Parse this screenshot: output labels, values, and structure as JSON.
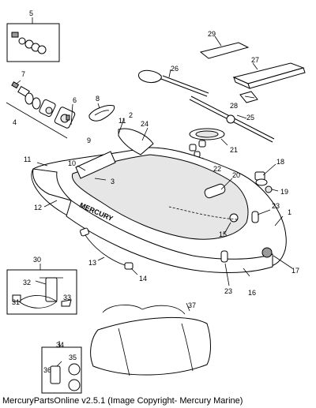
{
  "footer": "MercuryPartsOnline v2.5.1 (Image Copyright- Mercury Marine)",
  "hull_text": "MERCURY",
  "labels": {
    "l1": "1",
    "l2": "2",
    "l3": "3",
    "l4": "4",
    "l5": "5",
    "l6": "6",
    "l7": "7",
    "l8": "8",
    "l9": "9",
    "l10": "10",
    "l11a": "11",
    "l11b": "11",
    "l12": "12",
    "l13": "13",
    "l14": "14",
    "l15": "15",
    "l16": "16",
    "l17": "17",
    "l18": "18",
    "l19": "19",
    "l20": "20",
    "l21": "21",
    "l22": "22",
    "l23a": "23",
    "l23b": "23",
    "l24": "24",
    "l25": "25",
    "l26": "26",
    "l27": "27",
    "l28": "28",
    "l29": "29",
    "l30": "30",
    "l31": "31",
    "l32": "32",
    "l33": "33",
    "l34": "34",
    "l35": "35",
    "l36": "36",
    "l37": "37"
  }
}
